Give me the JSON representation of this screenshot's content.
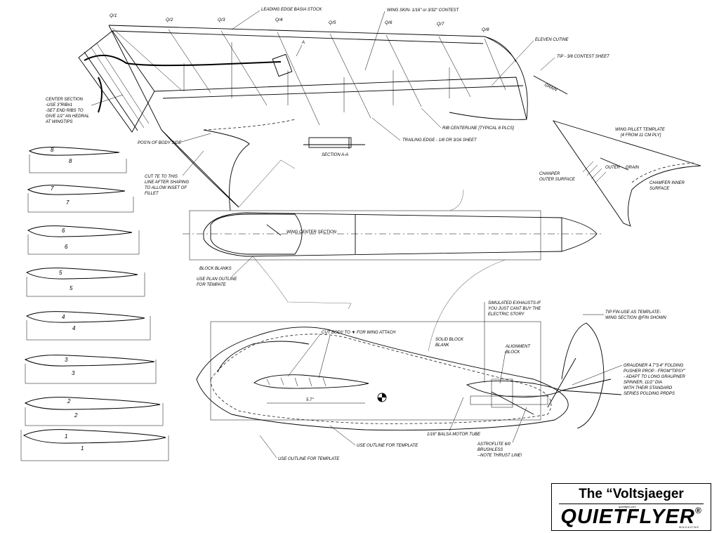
{
  "labels": {
    "leading_edge": "LEADING EDGE BASIA STOCK",
    "wing_skin": "WING SKIN- 1/16\" or 3/32\" CONTEST",
    "eleven_cutine": "ELEVEN CUTINE",
    "tip": "TIP - 3/8 CONTEST SHEET",
    "grain": "GRAIN",
    "center_section_1": "CENTER SECTION",
    "center_section_2": "-USE 3\"RIB#1",
    "center_section_3": "-SET END RIBS TO",
    "center_section_4": "GIVE 1/2\" AN HEDRAL",
    "center_section_5": "AT WINGTIPS",
    "rib_centerline": "RIB CENTERLINE [TYPICAL 8 PLCS]",
    "trailing_edge": "TRAILING EDGE - 1/8 OR 3/16 SHEET",
    "section_aa": "SECTION A-A",
    "section_a": "A",
    "posn_body": "POS'N OF BODY SIDE",
    "cut_te_1": "CUT TE TO THIS",
    "cut_te_2": "LINE AFTER SHAPING",
    "cut_te_3": "TO ALLOW INSET OF",
    "cut_te_4": "FILLET",
    "fillet_template_1": "WING PILLET TEMPLATE",
    "fillet_template_2": "[4 FROM 11 CM PLY]",
    "outer_grain_1": "OUTER",
    "outer_grain_2": "GRAIN",
    "chamfer_outer_1": "CHANPER",
    "chamfer_outer_2": "OUTER SURFACE",
    "chamfer_inner_1": "CHAMFER INNER",
    "chamfer_inner_2": "SURFACE",
    "wing_center_section": "WING  CENTER  SECTION",
    "block_blanks": "BLOCK BLANKS",
    "use_plan_1": "USE PLAN OUTLINE",
    "use_plan_2": "FOR TEMPATE",
    "simulated_1": "SIMULATED EXHAUSTS-IF",
    "simulated_2": "YOU JUST CANT BUY THE",
    "simulated_3": "ELECTRIC STORY",
    "tip_fin_1": "TIP FIN-USE AS TEMPLATE-",
    "tip_fin_2": "WING SECTION @FIN SHOWN",
    "cut_body": "CUT BODY TO ▼ FOR WING ATTACH",
    "solid_block_1": "SOLID BLOCK",
    "solid_block_2": "BLANK",
    "alignment_1": "ALIGNMENT",
    "alignment_2": "BLOCK",
    "graupner_1": "GRAUDNER  4.7\"3.4\" FOLDING",
    "graupner_2": "PUSHER PROP - FROM\"TIPSY\"",
    "graupner_3": "- ADAPT TO LONG GRAUPNER",
    "graupner_4": "SPINNER, 11/2\" DIA",
    "graupner_5": "WITH THEIR STANDARD",
    "graupner_6": "SERIES POLDING PRDPS",
    "dim_57": "5.7\"",
    "motor_tube": "1/16\" BALSA MOTOR TUBE",
    "use_outline_1": "USE OUTLINE FOR TEMPLATE",
    "use_outline_2": "USE OUTLINE FOR TEMPLATE",
    "astroflite_1": "ASTROFLITE 6/0",
    "astroflite_2": "BRUSHLESS",
    "astroflite_3": "--NOTE THRUST LINE!"
  },
  "stations": [
    "Q/1",
    "Q/2",
    "Q/3",
    "Q/4",
    "Q/5",
    "Q/6",
    "Q/7",
    "Q/8"
  ],
  "ribs": [
    "8",
    "7",
    "6",
    "5",
    "4",
    "3",
    "2",
    "1"
  ],
  "title_block": {
    "title": "The “Voltsjaeger",
    "brand": "QUIETFLYER",
    "registered": "®",
    "url": "quietflyer.com",
    "magazine": "MAGAZINE"
  }
}
